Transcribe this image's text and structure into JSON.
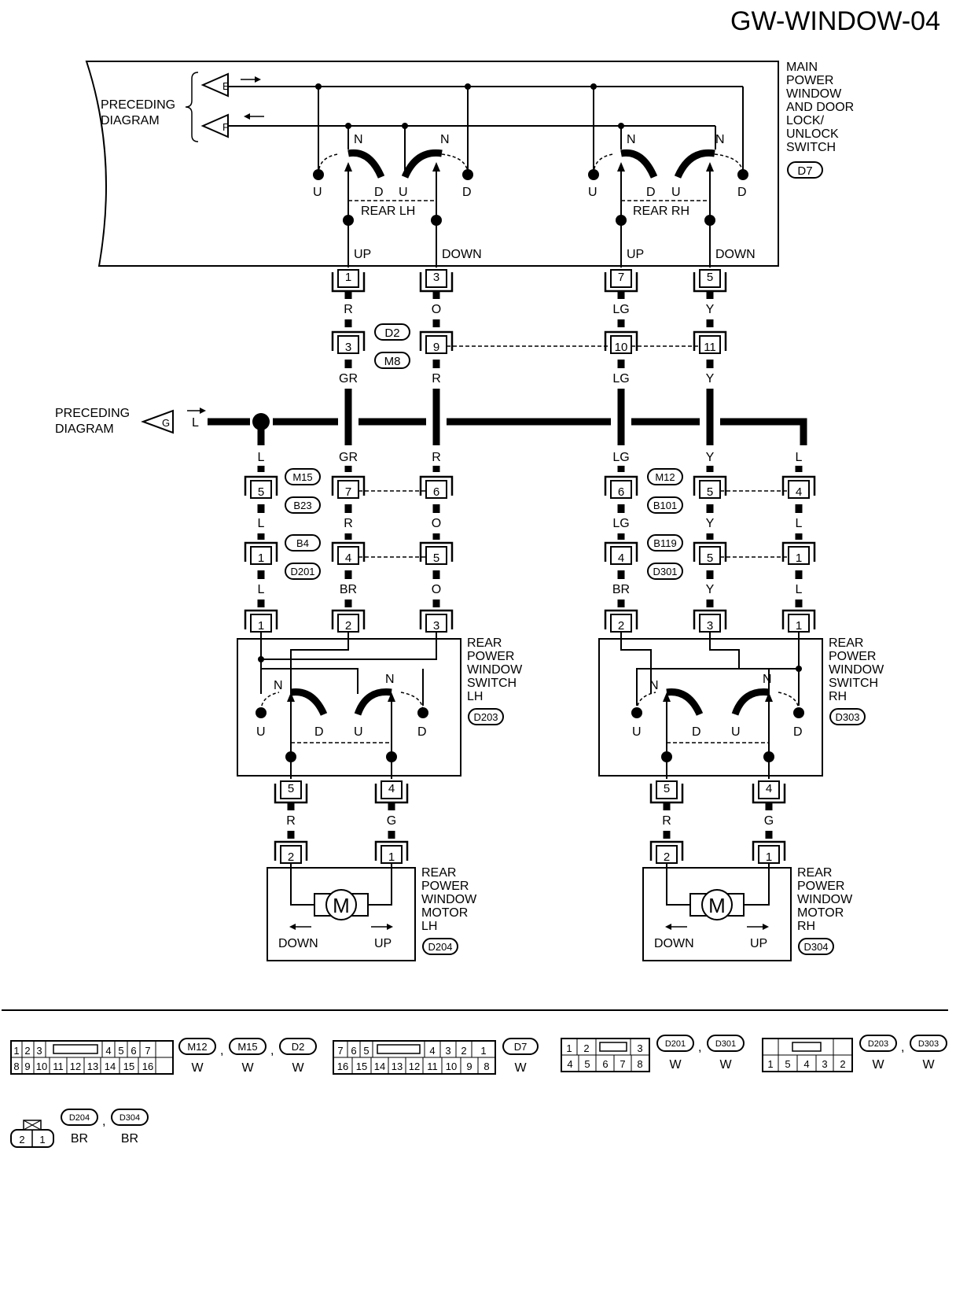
{
  "page_id": "GW-WINDOW-04",
  "preceding_diagram": [
    "PRECEDING",
    "DIAGRAM"
  ],
  "terminals": {
    "e": "E",
    "f": "F",
    "g": "G"
  },
  "main_switch": {
    "label": [
      "MAIN",
      "POWER",
      "WINDOW",
      "AND DOOR",
      "LOCK/",
      "UNLOCK",
      "SWITCH"
    ],
    "connector": "D7",
    "rear_lh": "REAR LH",
    "rear_rh": "REAR RH",
    "up": "UP",
    "down": "DOWN",
    "n": "N",
    "u": "U",
    "d": "D"
  },
  "pins": {
    "d7": [
      "1",
      "3",
      "7",
      "5"
    ],
    "d2": [
      "3",
      "9",
      "10",
      "11"
    ],
    "m15": [
      "5",
      "7",
      "6"
    ],
    "m12": [
      "6",
      "5",
      "4"
    ],
    "b4": [
      "1",
      "4",
      "5"
    ],
    "b119": [
      "4",
      "5",
      "1"
    ],
    "d203": [
      "1",
      "2",
      "3",
      "5",
      "4"
    ],
    "d303": [
      "2",
      "3",
      "1",
      "5",
      "4"
    ],
    "d204": [
      "2",
      "1"
    ],
    "d304": [
      "2",
      "1"
    ]
  },
  "wires": {
    "row1": [
      "R",
      "O",
      "LG",
      "Y"
    ],
    "row2": [
      "GR",
      "R",
      "LG",
      "Y"
    ],
    "g_wire": "L",
    "row3": [
      "L",
      "GR",
      "R",
      "LG",
      "Y",
      "L"
    ],
    "row4": [
      "L",
      "R",
      "O",
      "LG",
      "Y",
      "L"
    ],
    "row5": [
      "L",
      "BR",
      "O",
      "BR",
      "Y",
      "L"
    ],
    "row6": [
      "R",
      "G",
      "R",
      "G"
    ]
  },
  "connectors": {
    "d2": "D2",
    "m8": "M8",
    "m15": "M15",
    "b23": "B23",
    "m12": "M12",
    "b101": "B101",
    "b4": "B4",
    "d201": "D201",
    "b119": "B119",
    "d301": "D301"
  },
  "rear_switch_lh": {
    "label": [
      "REAR",
      "POWER",
      "WINDOW",
      "SWITCH",
      "LH"
    ],
    "connector": "D203"
  },
  "rear_switch_rh": {
    "label": [
      "REAR",
      "POWER",
      "WINDOW",
      "SWITCH",
      "RH"
    ],
    "connector": "D303"
  },
  "rear_motor_lh": {
    "label": [
      "REAR",
      "POWER",
      "WINDOW",
      "MOTOR",
      "LH"
    ],
    "connector": "D204",
    "m": "M",
    "down": "DOWN",
    "up": "UP"
  },
  "rear_motor_rh": {
    "label": [
      "REAR",
      "POWER",
      "WINDOW",
      "MOTOR",
      "RH"
    ],
    "connector": "D304",
    "m": "M",
    "down": "DOWN",
    "up": "UP"
  },
  "legend": {
    "g1": {
      "top": [
        "1",
        "2",
        "3",
        "4",
        "5",
        "6",
        "7"
      ],
      "bottom": [
        "8",
        "9",
        "10",
        "11",
        "12",
        "13",
        "14",
        "15",
        "16"
      ],
      "connectors": [
        "M12",
        "M15",
        "D2"
      ],
      "colors": [
        "W",
        "W",
        "W"
      ]
    },
    "g2": {
      "top": [
        "7",
        "6",
        "5",
        "4",
        "3",
        "2",
        "1"
      ],
      "bottom": [
        "16",
        "15",
        "14",
        "13",
        "12",
        "11",
        "10",
        "9",
        "8"
      ],
      "connectors": [
        "D7"
      ],
      "colors": [
        "W"
      ]
    },
    "g3": {
      "top": [
        "1",
        "2",
        "3"
      ],
      "bottom": [
        "4",
        "5",
        "6",
        "7",
        "8"
      ],
      "connectors": [
        "D201",
        "D301"
      ],
      "colors": [
        "W",
        "W"
      ]
    },
    "g4": {
      "bottom": [
        "1",
        "5",
        "4",
        "3",
        "2"
      ],
      "connectors": [
        "D203",
        "D303"
      ],
      "colors": [
        "W",
        "W"
      ]
    },
    "g5": {
      "pins": [
        "2",
        "1"
      ],
      "connectors": [
        "D204",
        "D304"
      ],
      "colors": [
        "BR",
        "BR"
      ]
    }
  },
  "comma": ","
}
